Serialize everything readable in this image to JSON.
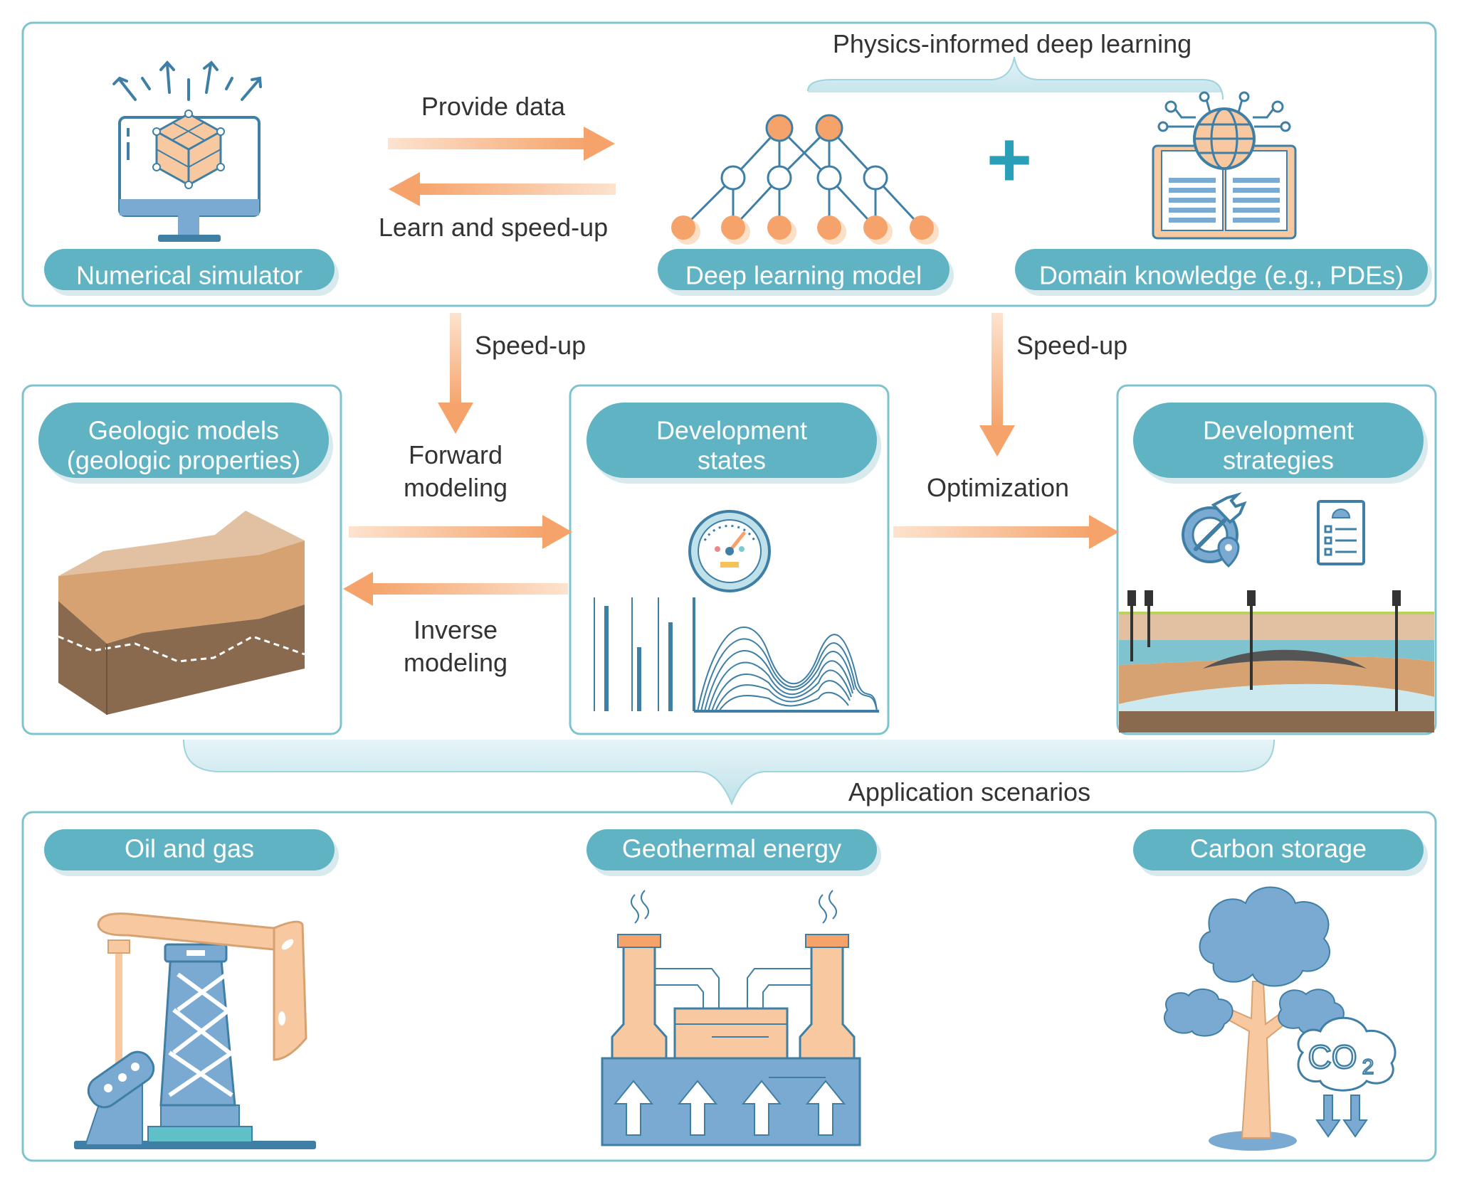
{
  "colors": {
    "teal": "#5fb3c3",
    "teal_shadow": "#d8eaee",
    "border": "#7fc3cf",
    "orange": "#f5a36a",
    "orange_light": "#f8c9a0",
    "blue": "#7aa9d1",
    "blue_dark": "#3f7fa6",
    "brown": "#8a6a4f",
    "text": "#333333",
    "pill_text": "#ffffff"
  },
  "top_panel": {
    "physics_label": "Physics-informed deep learning",
    "simulator_label": "Numerical simulator",
    "dl_model_label": "Deep learning model",
    "domain_label": "Domain knowledge (e.g., PDEs)",
    "provide_data": "Provide data",
    "learn_speedup": "Learn and speed-up",
    "plus_sign": "+"
  },
  "middle": {
    "speedup_left": "Speed-up",
    "speedup_right": "Speed-up",
    "geologic_title_1": "Geologic models",
    "geologic_title_2": "(geologic properties)",
    "dev_states_1": "Development",
    "dev_states_2": "states",
    "dev_strategies_1": "Development",
    "dev_strategies_2": "strategies",
    "forward_1": "Forward",
    "forward_2": "modeling",
    "inverse_1": "Inverse",
    "inverse_2": "modeling",
    "optimization": "Optimization"
  },
  "bottom": {
    "application_label": "Application scenarios",
    "oil_gas": "Oil and gas",
    "geothermal": "Geothermal energy",
    "carbon": "Carbon storage",
    "co2_text": "CO",
    "co2_sub": "2"
  }
}
